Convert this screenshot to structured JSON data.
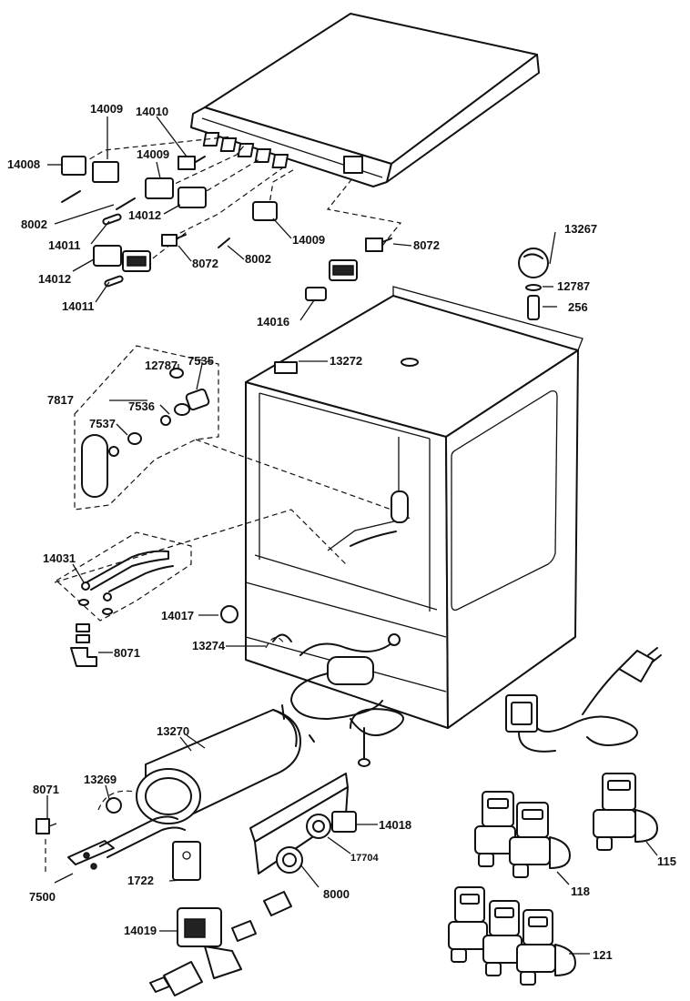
{
  "labels": {
    "l14009a": "14009",
    "l14010": "14010",
    "l14008": "14008",
    "l14009b": "14009",
    "l8002a": "8002",
    "l14012a": "14012",
    "l14011a": "14011",
    "l14009c": "14009",
    "l8072a": "8072",
    "l8002b": "8002",
    "l14012b": "14012",
    "l14011b": "14011",
    "l8072b": "8072",
    "l13267": "13267",
    "l12787a": "12787",
    "l256": "256",
    "l14016": "14016",
    "l13272": "13272",
    "l12787b": "12787",
    "l7535": "7535",
    "l7817": "7817",
    "l7536": "7536",
    "l7537": "7537",
    "l14031": "14031",
    "l14017": "14017",
    "l13274": "13274",
    "l8071a": "8071",
    "l13270": "13270",
    "l13269": "13269",
    "l8071b": "8071",
    "l14018": "14018",
    "l17704": "17704",
    "l7500": "7500",
    "l1722": "1722",
    "l8000": "8000",
    "l115": "115",
    "l118": "118",
    "l14019": "14019",
    "l121": "121"
  }
}
